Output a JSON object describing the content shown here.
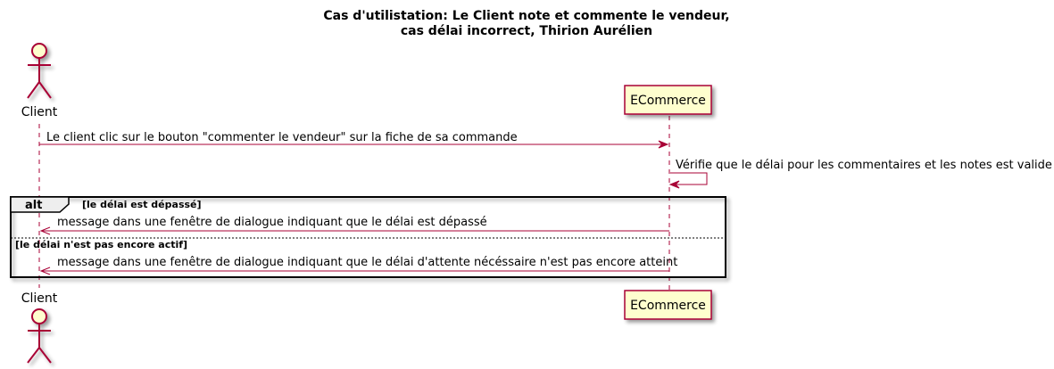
{
  "diagram": {
    "title_line1": "Cas d'utilistation: Le Client note et commente le vendeur,",
    "title_line2": "cas délai incorrect,  Thirion Aurélien",
    "participants": {
      "client": "Client",
      "ecommerce": "ECommerce"
    },
    "messages": {
      "m1": "Le client clic sur le bouton \"commenter le vendeur\" sur la fiche de sa commande",
      "m2": "Vérifie que le délai pour les commentaires et les notes est valide",
      "m3": "message dans une fenêtre de dialogue indiquant que le délai est dépassé",
      "m4": "message dans une fenêtre de dialogue indiquant que le délai d'attente nécéssaire n'est pas encore atteint"
    },
    "fragment": {
      "keyword": "alt",
      "guard1": "[le délai est dépassé]",
      "guard2": "[le délai n'est pas encore actif]"
    },
    "colors": {
      "arrow": "#A80036",
      "participant_fill": "#FEFECE",
      "lifeline": "#A80036"
    }
  }
}
